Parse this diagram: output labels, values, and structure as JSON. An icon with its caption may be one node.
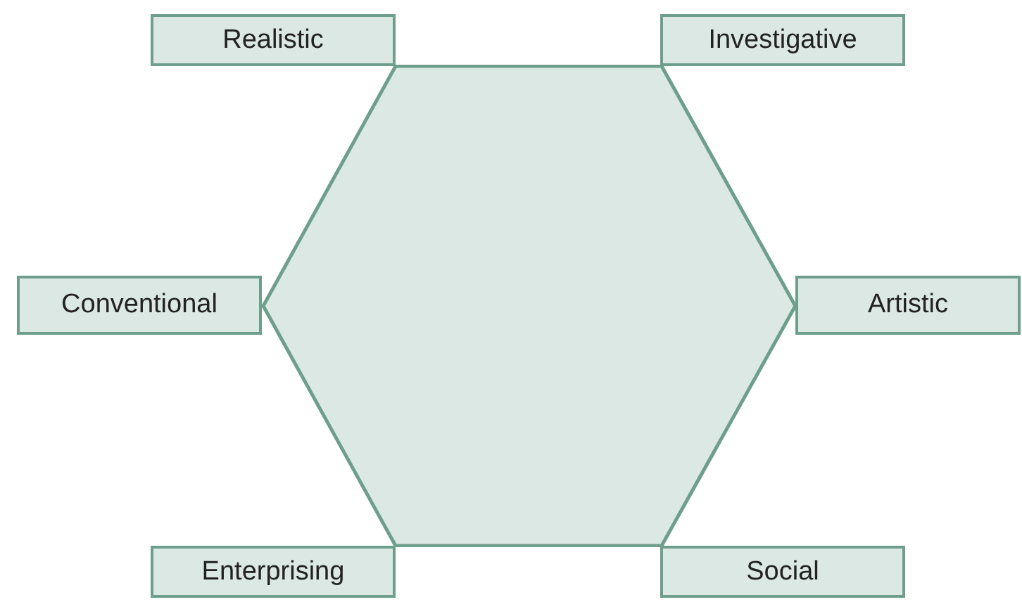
{
  "diagram": {
    "nodes": [
      {
        "text": [
          "Realistic"
        ]
      },
      {
        "text": [
          "Investigative"
        ]
      },
      {
        "text": [
          "Conventional"
        ]
      },
      {
        "text": [
          "Artistic"
        ]
      },
      {
        "text": [
          "Enterprising"
        ]
      },
      {
        "text": [
          "Social"
        ]
      },
      {
        "text": [],
        "shape": "hexagon"
      }
    ]
  }
}
